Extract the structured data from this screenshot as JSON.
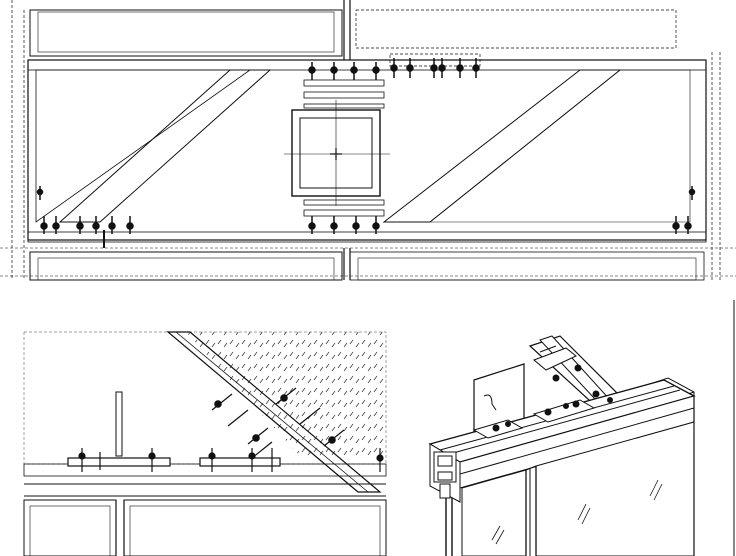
{
  "drawing": {
    "views": [
      {
        "id": "plan-section",
        "kind": "section through glazing joint with steel tube"
      },
      {
        "id": "detail-section",
        "kind": "enlarged corner section with angled bracket"
      },
      {
        "id": "isometric",
        "kind": "isometric of mullion, bracket plate and glass panels"
      }
    ],
    "colors": {
      "line": "#111111",
      "background": "#ffffff",
      "hatch": "#333333"
    }
  }
}
